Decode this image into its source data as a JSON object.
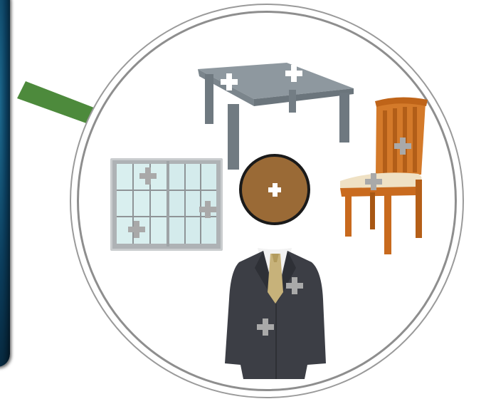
{
  "diagram": {
    "items": [
      {
        "name": "table",
        "icon": "table-icon"
      },
      {
        "name": "chair",
        "icon": "chair-icon"
      },
      {
        "name": "window",
        "icon": "window-icon"
      },
      {
        "name": "suit",
        "icon": "suit-icon"
      }
    ],
    "center_marker": {
      "icon": "plus-icon",
      "fill": "#9a6a36",
      "border": "#1a1a1a"
    },
    "colors": {
      "arrow": "#4d8a3c",
      "ring": "#9a9a9a",
      "table": "#7d8890",
      "chair_wood": "#c86a1e",
      "chair_seat": "#efe1c4",
      "window_frame": "#c9ccce",
      "window_glass": "#d9efef",
      "suit": "#3c3e45",
      "tie": "#c7b27a",
      "plus_light": "#ffffff",
      "plus_gray": "#a9a9a9"
    }
  }
}
